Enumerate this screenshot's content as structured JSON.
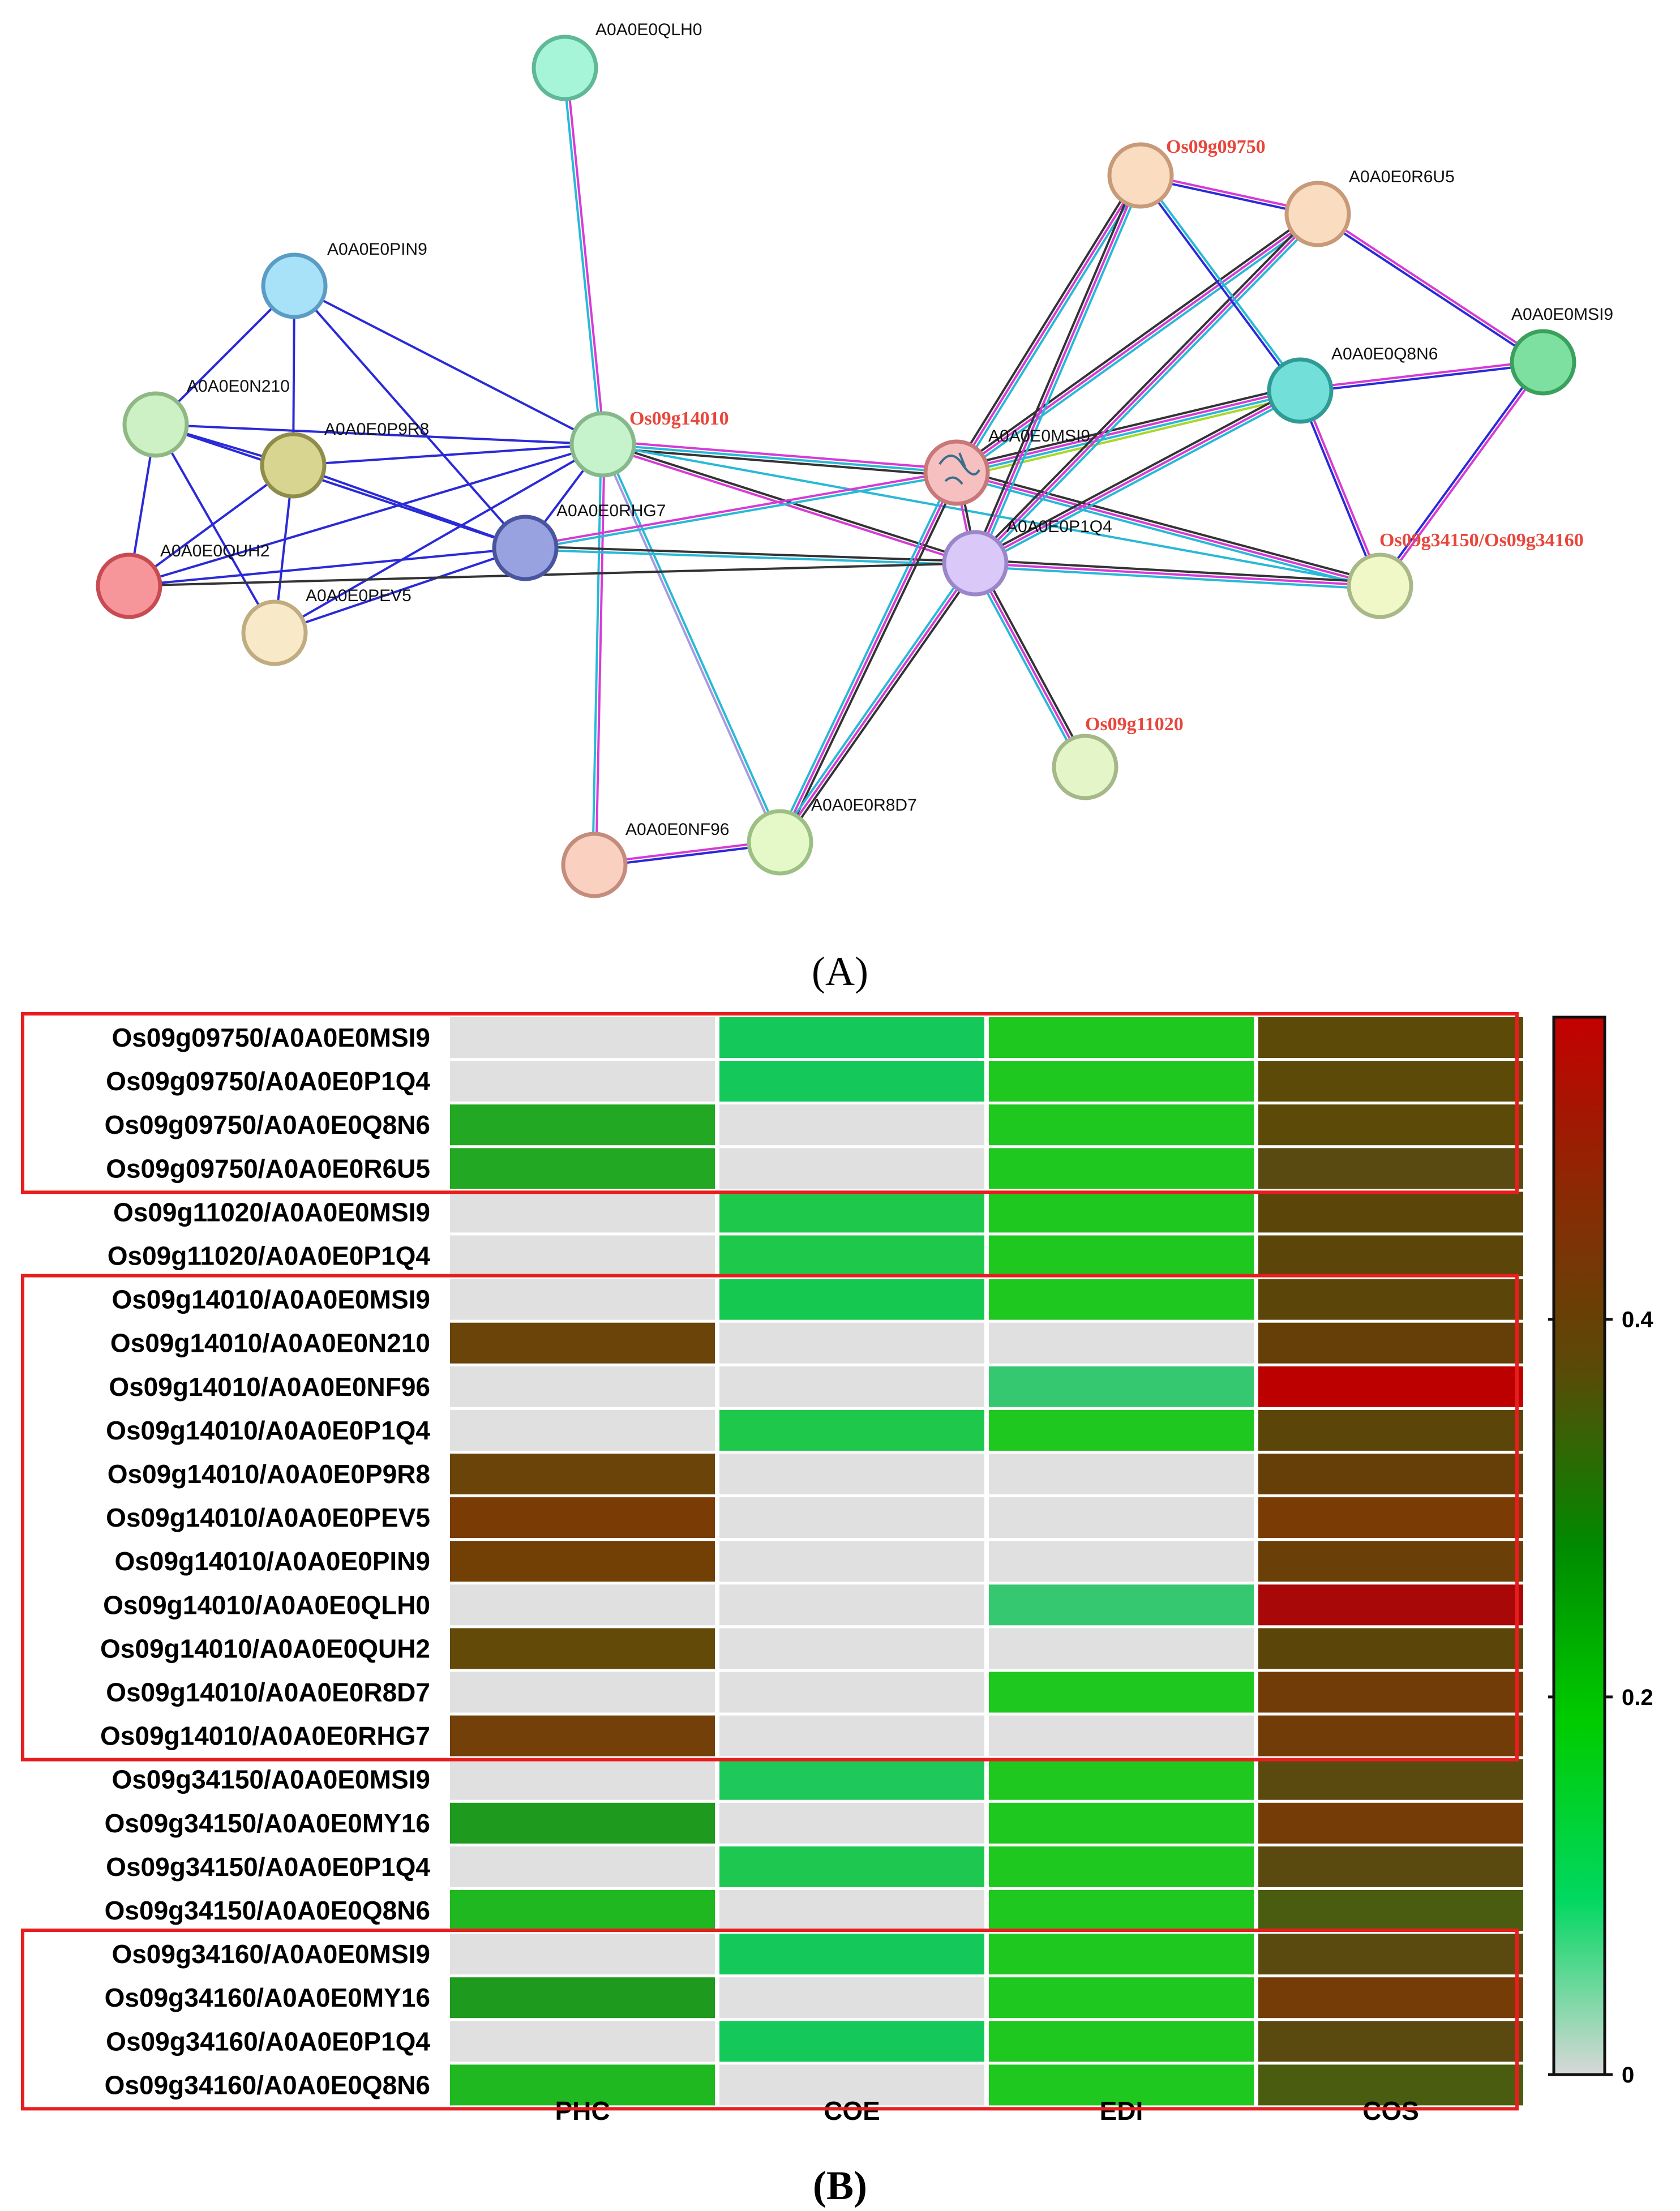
{
  "panel_a": {
    "letter": "(A)",
    "edge_colors": {
      "black": "#333333",
      "magenta": "#d63bd6",
      "cyan": "#28b9d6",
      "blue": "#2a2ad8",
      "yellowgreen": "#a8d82a",
      "lavender": "#a89ae0"
    },
    "nodes": [
      {
        "id": "QLH0",
        "label": "A0A0E0QLH0",
        "color": "#a6f5d8",
        "stroke": "#5fb896",
        "highlight": false
      },
      {
        "id": "PIN9",
        "label": "A0A0E0PIN9",
        "color": "#a8e2f8",
        "stroke": "#5a9cc4",
        "highlight": false
      },
      {
        "id": "N210",
        "label": "A0A0E0N210",
        "color": "#cdf0c4",
        "stroke": "#8fb884",
        "highlight": false
      },
      {
        "id": "P9R8",
        "label": "A0A0E0P9R8",
        "color": "#d8d590",
        "stroke": "#8f8c4c",
        "highlight": false
      },
      {
        "id": "QUH2",
        "label": "A0A0E0QUH2",
        "color": "#f7969a",
        "stroke": "#c84a52",
        "highlight": false
      },
      {
        "id": "PEV5",
        "label": "A0A0E0PEV5",
        "color": "#f8e9c8",
        "stroke": "#c0ac80",
        "highlight": false
      },
      {
        "id": "RHG7",
        "label": "A0A0E0RHG7",
        "color": "#99a2e0",
        "stroke": "#4a55a0",
        "highlight": false
      },
      {
        "id": "OS14010",
        "label": "Os09g14010",
        "color": "#c6f2cc",
        "stroke": "#86b88c",
        "highlight": true
      },
      {
        "id": "MSI9C",
        "label": "A0A0E0MSI9",
        "color": "#f7c0c0",
        "stroke": "#c87878",
        "highlight": false
      },
      {
        "id": "P1Q4",
        "label": "A0A0E0P1Q4",
        "color": "#d9c8f8",
        "stroke": "#9a86c8",
        "highlight": false
      },
      {
        "id": "OS09750",
        "label": "Os09g09750",
        "color": "#fadcc0",
        "stroke": "#c89a78",
        "highlight": true
      },
      {
        "id": "R6U5",
        "label": "A0A0E0R6U5",
        "color": "#fadcc0",
        "stroke": "#c89a78",
        "highlight": false
      },
      {
        "id": "MSI9R",
        "label": "A0A0E0MSI9",
        "color": "#7ee0a0",
        "stroke": "#3aa05c",
        "highlight": false
      },
      {
        "id": "Q8N6",
        "label": "A0A0E0Q8N6",
        "color": "#72e0d8",
        "stroke": "#2e9c94",
        "highlight": false
      },
      {
        "id": "OS34150",
        "label": "Os09g34150/Os09g34160",
        "color": "#f0f8c8",
        "stroke": "#a8b888",
        "highlight": true
      },
      {
        "id": "OS11020",
        "label": "Os09g11020",
        "color": "#e4f6c8",
        "stroke": "#a4b888",
        "highlight": true
      },
      {
        "id": "NF96",
        "label": "A0A0E0NF96",
        "color": "#fad0c0",
        "stroke": "#c48c7c",
        "highlight": false
      },
      {
        "id": "R8D7",
        "label": "A0A0E0R8D7",
        "color": "#e4f8c8",
        "stroke": "#9cc084",
        "highlight": false
      }
    ]
  },
  "panel_b": {
    "letter": "(B)",
    "columns": [
      "PHC",
      "COE",
      "EDI",
      "COS"
    ],
    "rows": [
      "Os09g09750/A0A0E0MSI9",
      "Os09g09750/A0A0E0P1Q4",
      "Os09g09750/A0A0E0Q8N6",
      "Os09g09750/A0A0E0R6U5",
      "Os09g11020/A0A0E0MSI9",
      "Os09g11020/A0A0E0P1Q4",
      "Os09g14010/A0A0E0MSI9",
      "Os09g14010/A0A0E0N210",
      "Os09g14010/A0A0E0NF96",
      "Os09g14010/A0A0E0P1Q4",
      "Os09g14010/A0A0E0P9R8",
      "Os09g14010/A0A0E0PEV5",
      "Os09g14010/A0A0E0PIN9",
      "Os09g14010/A0A0E0QLH0",
      "Os09g14010/A0A0E0QUH2",
      "Os09g14010/A0A0E0R8D7",
      "Os09g14010/A0A0E0RHG7",
      "Os09g34150/A0A0E0MSI9",
      "Os09g34150/A0A0E0MY16",
      "Os09g34150/A0A0E0P1Q4",
      "Os09g34150/A0A0E0Q8N6",
      "Os09g34160/A0A0E0MSI9",
      "Os09g34160/A0A0E0MY16",
      "Os09g34160/A0A0E0P1Q4",
      "Os09g34160/A0A0E0Q8N6"
    ],
    "cell_colors": [
      [
        "#e0e0e0",
        "#14c85a",
        "#1ec81e",
        "#5c4a08"
      ],
      [
        "#e0e0e0",
        "#14c85a",
        "#1ec81e",
        "#5c4a08"
      ],
      [
        "#22a822",
        "#e0e0e0",
        "#1ec81e",
        "#5c4a08"
      ],
      [
        "#22a822",
        "#e0e0e0",
        "#1ec81e",
        "#584a10"
      ],
      [
        "#e0e0e0",
        "#1ec84a",
        "#1ec81e",
        "#5c4508"
      ],
      [
        "#e0e0e0",
        "#1ec84a",
        "#1ec81e",
        "#5c4508"
      ],
      [
        "#e0e0e0",
        "#14c850",
        "#1ec81e",
        "#5c4508"
      ],
      [
        "#6a4408",
        "#e0e0e0",
        "#e0e0e0",
        "#663e08"
      ],
      [
        "#e0e0e0",
        "#e0e0e0",
        "#35c870",
        "#bc0000"
      ],
      [
        "#e0e0e0",
        "#1ec84a",
        "#1ec81e",
        "#5c4508"
      ],
      [
        "#6a4408",
        "#e0e0e0",
        "#e0e0e0",
        "#663e08"
      ],
      [
        "#7a3c04",
        "#e0e0e0",
        "#e0e0e0",
        "#7a3c04"
      ],
      [
        "#724004",
        "#e0e0e0",
        "#e0e0e0",
        "#6a4008"
      ],
      [
        "#e0e0e0",
        "#e0e0e0",
        "#35c870",
        "#a80808"
      ],
      [
        "#644a08",
        "#e0e0e0",
        "#e0e0e0",
        "#5c4508"
      ],
      [
        "#e0e0e0",
        "#e0e0e0",
        "#1ec81e",
        "#723c08"
      ],
      [
        "#724008",
        "#e0e0e0",
        "#e0e0e0",
        "#723c08"
      ],
      [
        "#e0e0e0",
        "#1ec85a",
        "#1ec81e",
        "#5a4a10"
      ],
      [
        "#1e9a1e",
        "#e0e0e0",
        "#1ec81e",
        "#763c08"
      ],
      [
        "#e0e0e0",
        "#1ec850",
        "#1ec81e",
        "#5a4a10"
      ],
      [
        "#20b820",
        "#e0e0e0",
        "#1ec81e",
        "#4a5c10"
      ],
      [
        "#e0e0e0",
        "#14c85a",
        "#1ec81e",
        "#5a4a10"
      ],
      [
        "#1e9a1e",
        "#e0e0e0",
        "#1ec81e",
        "#763c08"
      ],
      [
        "#e0e0e0",
        "#14c85a",
        "#1ec81e",
        "#5a4a10"
      ],
      [
        "#20b820",
        "#e0e0e0",
        "#1ec81e",
        "#4a5c10"
      ]
    ],
    "boxes": [
      [
        0,
        3
      ],
      [
        6,
        16
      ],
      [
        21,
        24
      ]
    ],
    "box_color": "#e81e1e",
    "colorbar": {
      "ticks": [
        "0",
        "0.2",
        "0.4"
      ],
      "tick_values": [
        0,
        0.2,
        0.4
      ],
      "max": 0.56,
      "stops": [
        "#d8d8d8",
        "#00d860",
        "#00cc00",
        "#008a00",
        "#5a4a08",
        "#8a2a04",
        "#c40000"
      ]
    }
  }
}
